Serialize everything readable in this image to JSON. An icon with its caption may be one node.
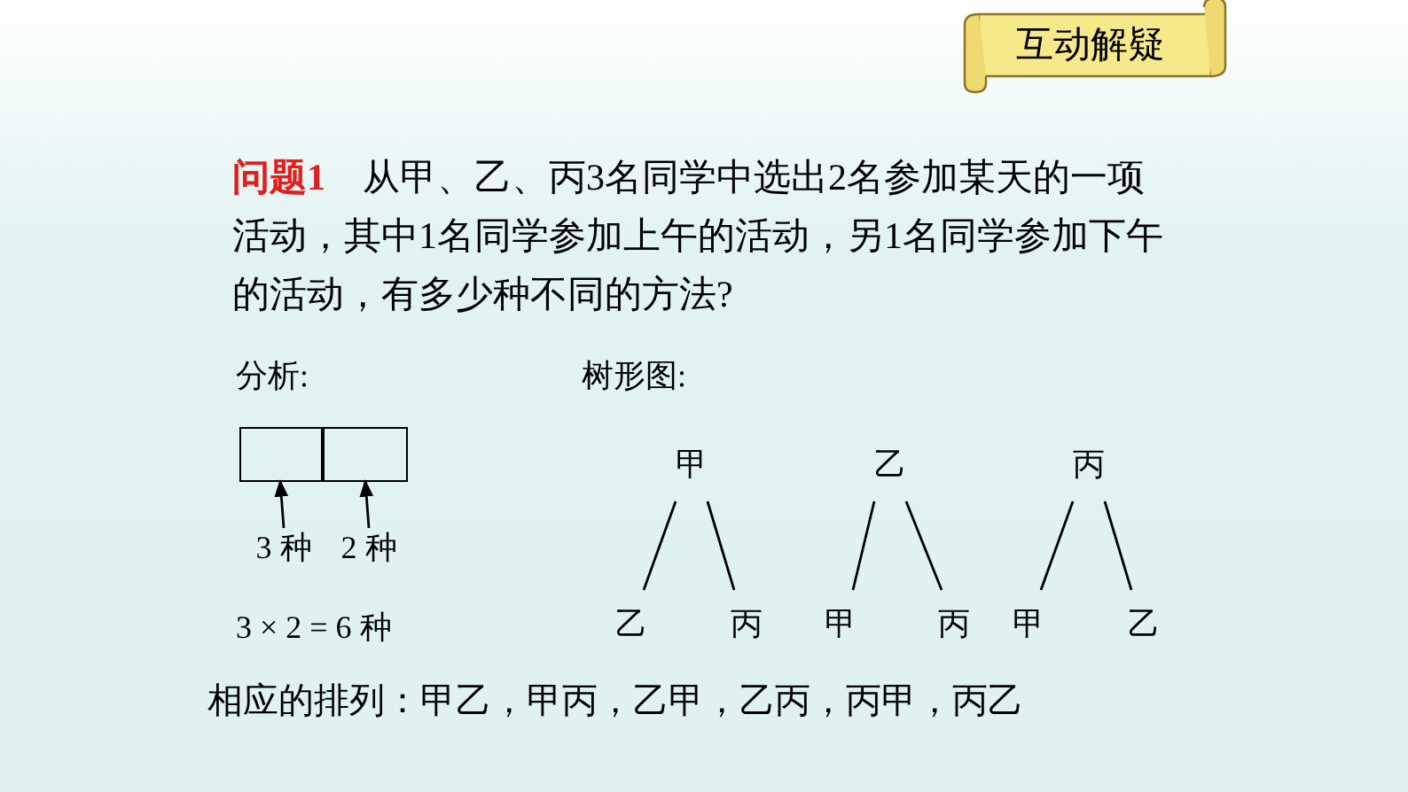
{
  "diagram": {
    "nodes": [
      {
        "text": [
          "互动解疑"
        ]
      },
      {
        "text": [],
        "shape": "box"
      },
      {
        "text": [],
        "shape": "box"
      },
      {
        "text": [
          "3 种"
        ]
      },
      {
        "text": [
          "2 种"
        ]
      },
      {
        "text": [
          "甲"
        ]
      },
      {
        "text": [
          "乙"
        ]
      },
      {
        "text": [
          "丙"
        ]
      },
      {
        "text": [
          "乙"
        ]
      },
      {
        "text": [
          "丙"
        ]
      },
      {
        "text": [
          "甲"
        ]
      },
      {
        "text": [
          "丙"
        ]
      },
      {
        "text": [
          "甲"
        ]
      },
      {
        "text": [
          "乙"
        ]
      }
    ],
    "edges": [
      {
        "from": 3,
        "to": 1,
        "arrow": "to"
      },
      {
        "from": 4,
        "to": 2,
        "arrow": "to"
      },
      {
        "from": 5,
        "to": 8,
        "arrow": "none"
      },
      {
        "from": 5,
        "to": 9,
        "arrow": "none"
      },
      {
        "from": 6,
        "to": 10,
        "arrow": "none"
      },
      {
        "from": 6,
        "to": 11,
        "arrow": "none"
      },
      {
        "from": 7,
        "to": 12,
        "arrow": "none"
      },
      {
        "from": 7,
        "to": 13,
        "arrow": "none"
      }
    ],
    "labels": [
      "**问题1**　从甲、乙、丙3名同学中选出2名参加某天的一项活动，其中1名同学参加上午的活动，另1名同学参加下午的活动，有多少种不同的方法?",
      "分析:",
      "树形图:",
      "3 × 2 = 6 种",
      "相应的排列：甲乙，甲丙，乙甲，乙丙，丙甲，丙乙"
    ]
  }
}
